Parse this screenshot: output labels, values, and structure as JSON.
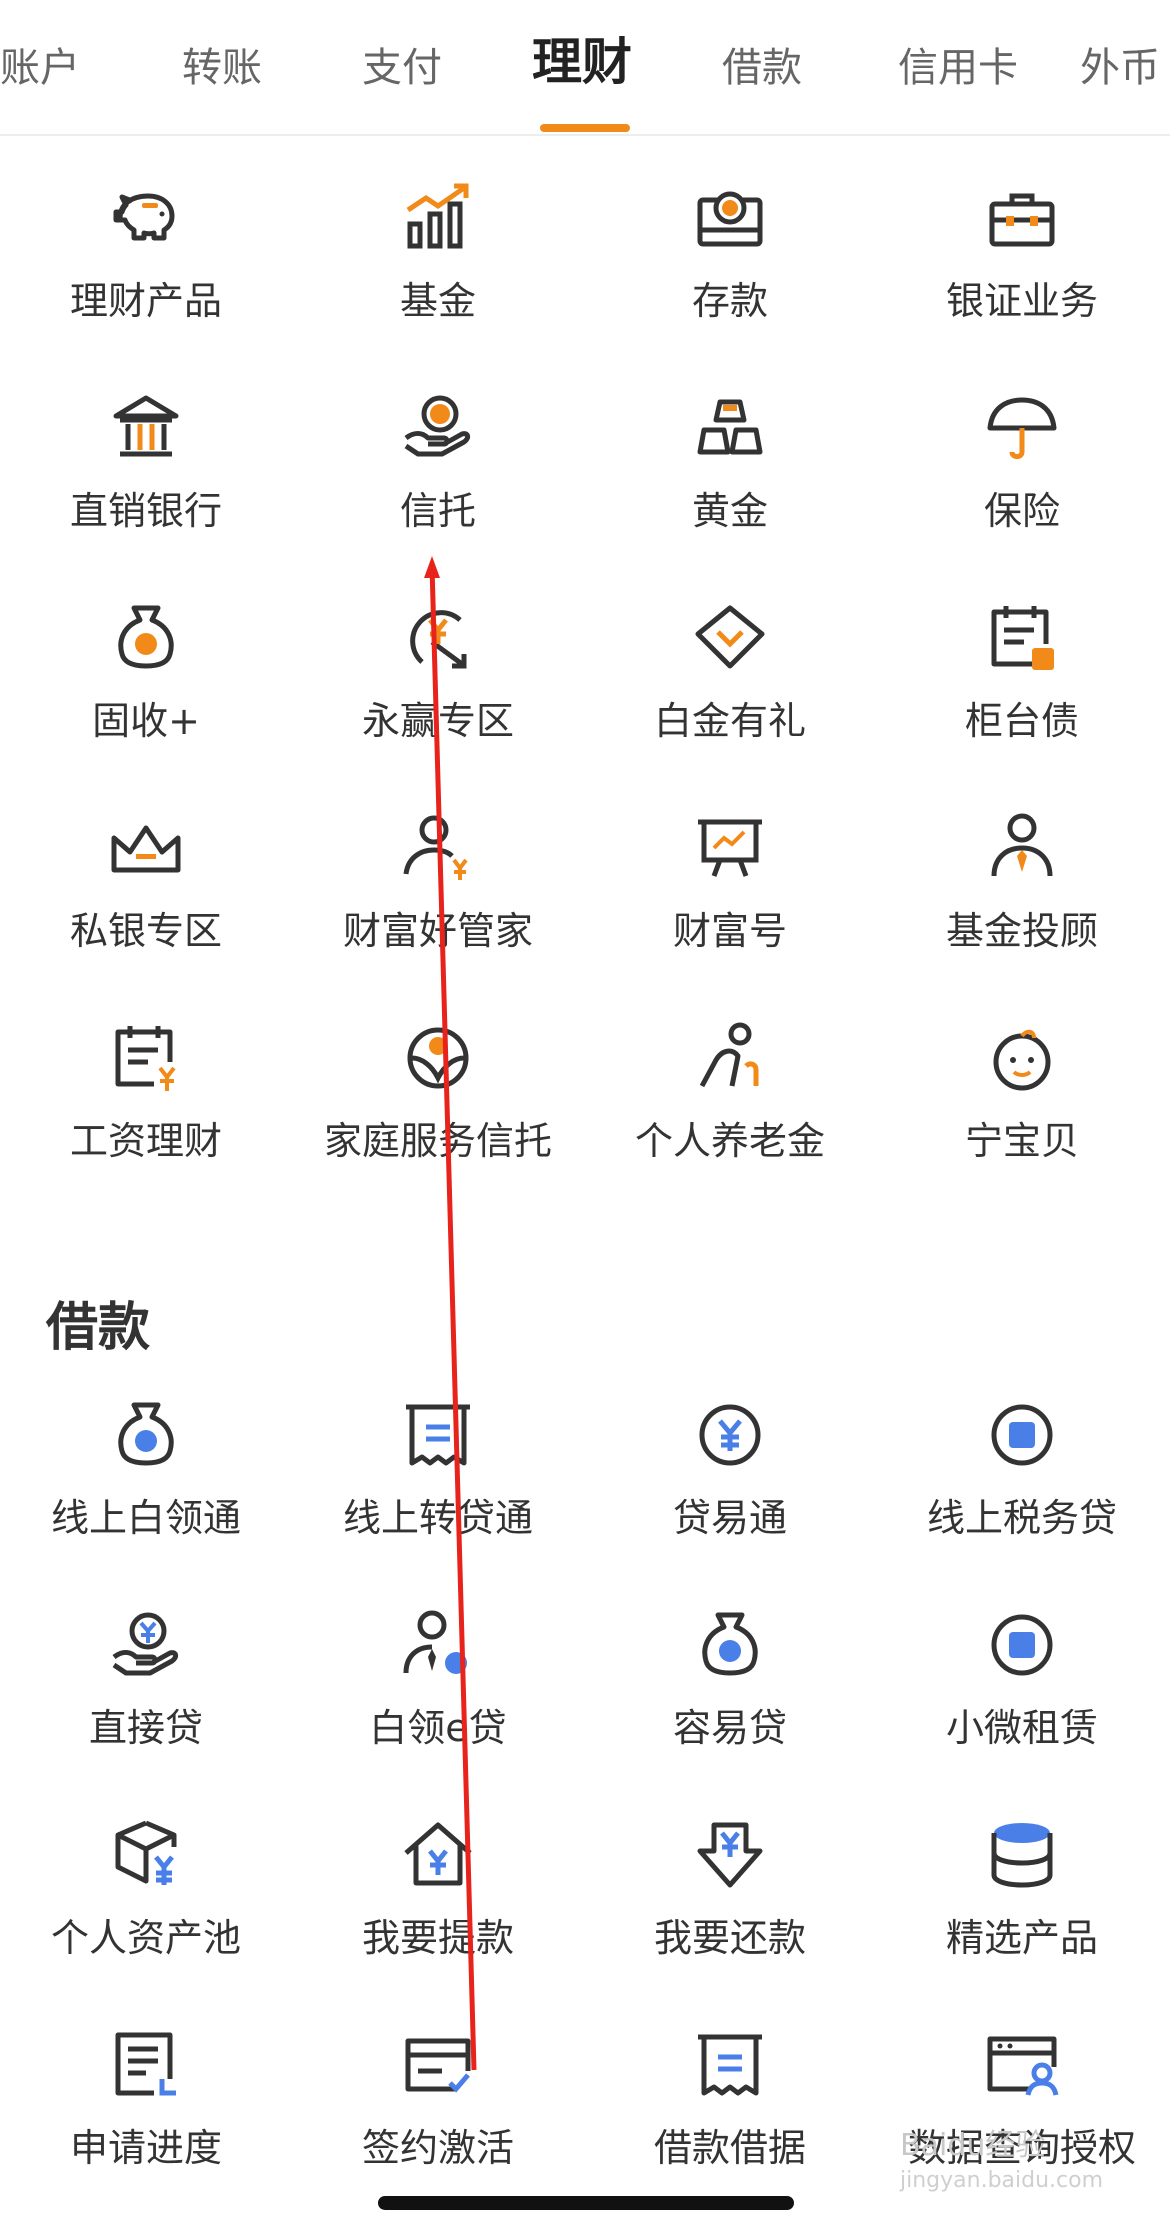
{
  "tabs": [
    {
      "label": "账户",
      "active": false
    },
    {
      "label": "转账",
      "active": false
    },
    {
      "label": "支付",
      "active": false
    },
    {
      "label": "理财",
      "active": true
    },
    {
      "label": "借款",
      "active": false
    },
    {
      "label": "信用卡",
      "active": false
    },
    {
      "label": "外币",
      "active": false
    }
  ],
  "wealth": {
    "items": [
      {
        "label": "理财产品",
        "icon": "piggy-bank-icon"
      },
      {
        "label": "基金",
        "icon": "fund-chart-icon"
      },
      {
        "label": "存款",
        "icon": "deposit-icon"
      },
      {
        "label": "银证业务",
        "icon": "briefcase-icon"
      },
      {
        "label": "直销银行",
        "icon": "bank-building-icon"
      },
      {
        "label": "信托",
        "icon": "trust-hand-icon"
      },
      {
        "label": "黄金",
        "icon": "gold-bars-icon"
      },
      {
        "label": "保险",
        "icon": "umbrella-icon"
      },
      {
        "label": "固收+",
        "icon": "money-bag-icon"
      },
      {
        "label": "永赢专区",
        "icon": "yuan-arrow-icon"
      },
      {
        "label": "白金有礼",
        "icon": "diamond-icon"
      },
      {
        "label": "柜台债",
        "icon": "bond-calendar-icon"
      },
      {
        "label": "私银专区",
        "icon": "crown-icon"
      },
      {
        "label": "财富好管家",
        "icon": "steward-icon"
      },
      {
        "label": "财富号",
        "icon": "presentation-board-icon"
      },
      {
        "label": "基金投顾",
        "icon": "advisor-icon"
      },
      {
        "label": "工资理财",
        "icon": "salary-calendar-icon"
      },
      {
        "label": "家庭服务信托",
        "icon": "family-trust-icon"
      },
      {
        "label": "个人养老金",
        "icon": "elderly-icon"
      },
      {
        "label": "宁宝贝",
        "icon": "baby-face-icon"
      }
    ]
  },
  "loans": {
    "title": "借款",
    "items": [
      {
        "label": "线上白领通",
        "icon": "yuan-bag-icon"
      },
      {
        "label": "线上转贷通",
        "icon": "receipt-icon"
      },
      {
        "label": "贷易通",
        "icon": "yuan-circle-icon"
      },
      {
        "label": "线上税务贷",
        "icon": "tax-circle-icon"
      },
      {
        "label": "直接贷",
        "icon": "yuan-hand-icon"
      },
      {
        "label": "白领e贷",
        "icon": "white-collar-icon"
      },
      {
        "label": "容易贷",
        "icon": "easy-bag-icon"
      },
      {
        "label": "小微租赁",
        "icon": "lease-circle-icon"
      },
      {
        "label": "个人资产池",
        "icon": "asset-box-icon"
      },
      {
        "label": "我要提款",
        "icon": "withdraw-house-icon"
      },
      {
        "label": "我要还款",
        "icon": "repay-arrow-icon"
      },
      {
        "label": "精选产品",
        "icon": "database-icon"
      },
      {
        "label": "申请进度",
        "icon": "progress-doc-icon"
      },
      {
        "label": "签约激活",
        "icon": "sign-card-icon"
      },
      {
        "label": "借款借据",
        "icon": "loan-receipt-icon"
      },
      {
        "label": "数据查询授权",
        "icon": "data-auth-icon"
      }
    ]
  },
  "watermark": {
    "text": "Baidu经验",
    "sub": "jingyan.baidu.com"
  },
  "colors": {
    "accent": "#f28a1a",
    "loan_accent": "#4a7fe8",
    "annotation": "#e8231c",
    "icon_stroke": "#333333"
  }
}
